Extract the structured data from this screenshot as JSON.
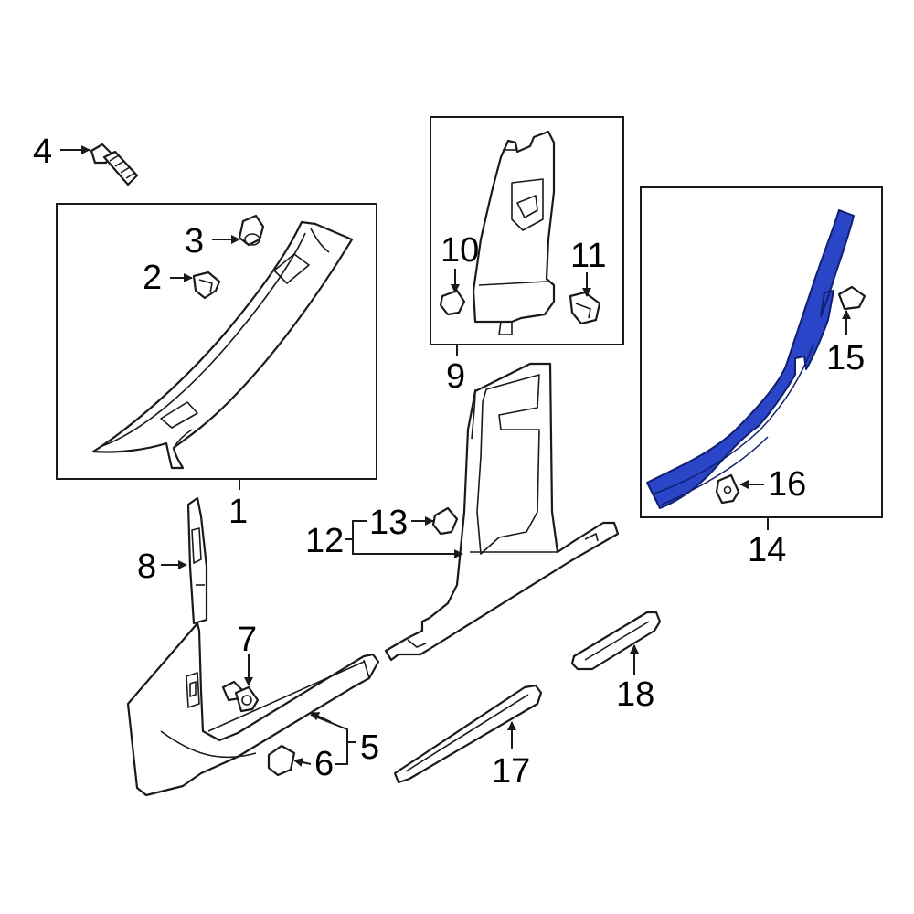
{
  "callouts": {
    "c1": "1",
    "c2": "2",
    "c3": "3",
    "c4": "4",
    "c5": "5",
    "c6": "6",
    "c7": "7",
    "c8": "8",
    "c9": "9",
    "c10": "10",
    "c11": "11",
    "c12": "12",
    "c13": "13",
    "c14": "14",
    "c15": "15",
    "c16": "16",
    "c17": "17",
    "c18": "18"
  },
  "colors": {
    "highlight": "#2a45c8",
    "highlight_stroke": "#10206e",
    "line": "#1a1a1a"
  }
}
